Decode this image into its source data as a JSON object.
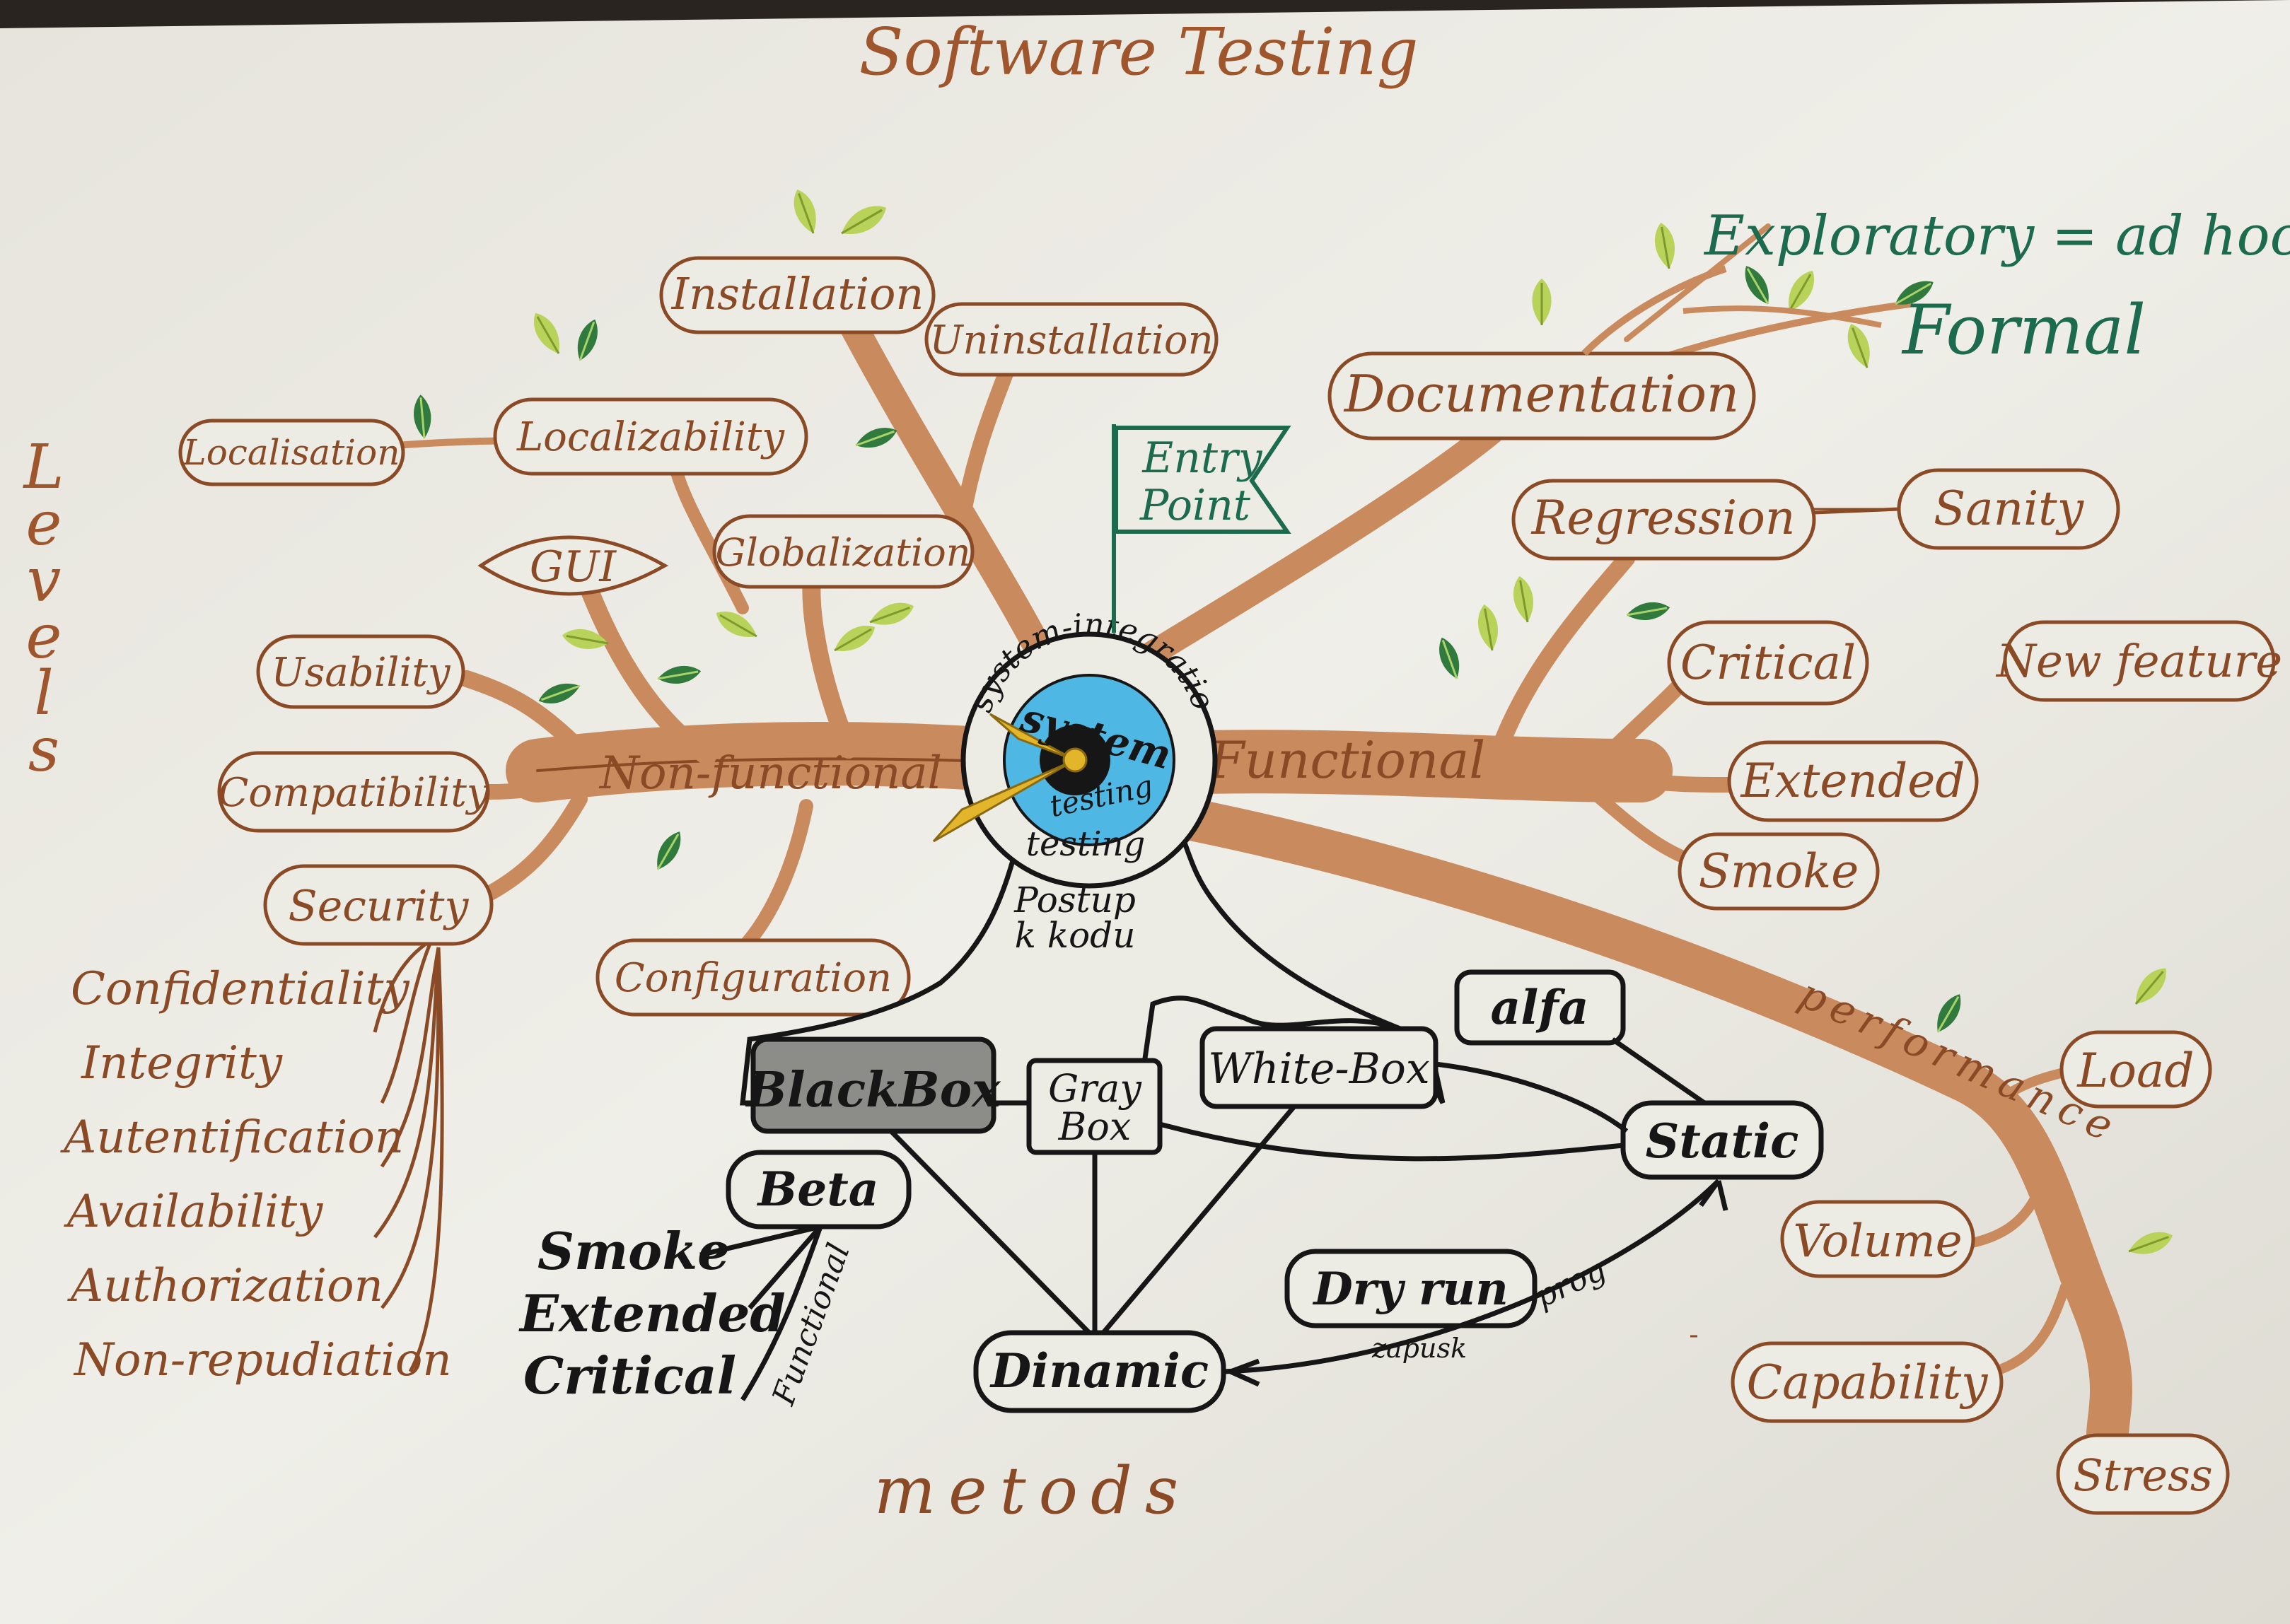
{
  "title": "Software Testing",
  "side_label": "Levels",
  "bottom_label": "metods",
  "colors": {
    "paper": "#ecebe4",
    "brown": "#8a4a26",
    "branch": "#c98a5e",
    "green_ink": "#1d6b4e",
    "black_ink": "#161616",
    "leaf_dark": "#2f7a3c",
    "leaf_light": "#b9d35a",
    "blue": "#4fb7e3",
    "gold": "#e2b52a"
  },
  "center": {
    "label_lines": [
      "system-integration",
      "system",
      "testing",
      "testing"
    ],
    "trunk_text": [
      "Postup",
      "k kodu"
    ],
    "entry_flag": [
      "Entry",
      "Point"
    ]
  },
  "nonfunctional": {
    "label": "Non-functional",
    "nodes": {
      "installation": "Installation",
      "uninstallation": "Uninstallation",
      "localisation": "Localisation",
      "localizability": "Localizability",
      "globalization": "Globalization",
      "gui": "GUI",
      "usability": "Usability",
      "compatibility": "Compatibility",
      "security": "Security",
      "configuration": "Configuration"
    },
    "security_items": [
      "Confidentiality",
      "Integrity",
      "Autentification",
      "Availability",
      "Authorization",
      "Non-repudiation"
    ]
  },
  "functional": {
    "label": "Functional",
    "nodes": {
      "documentation": "Documentation",
      "exploratory": "Exploratory = ad hoc",
      "formal": "Formal",
      "regression": "Regression",
      "sanity": "Sanity",
      "critical": "Critical",
      "new_feature": "New feature",
      "extended": "Extended",
      "smoke": "Smoke"
    }
  },
  "performance": {
    "label": "performance",
    "nodes": {
      "load": "Load",
      "volume": "Volume",
      "capability": "Capability",
      "stress": "Stress"
    }
  },
  "methods": {
    "blackbox": "BlackBox",
    "graybox": [
      "Gray",
      "Box"
    ],
    "whitebox": "White-Box",
    "alfa": "alfa",
    "beta": "Beta",
    "static": "Static",
    "dynamic": "Dinamic",
    "dry_run": "Dry run",
    "dry_run_sub": "zapusk",
    "prog": "prog",
    "beta_items": [
      "Smoke",
      "Extended",
      "Critical"
    ],
    "beta_note": "Functional"
  }
}
